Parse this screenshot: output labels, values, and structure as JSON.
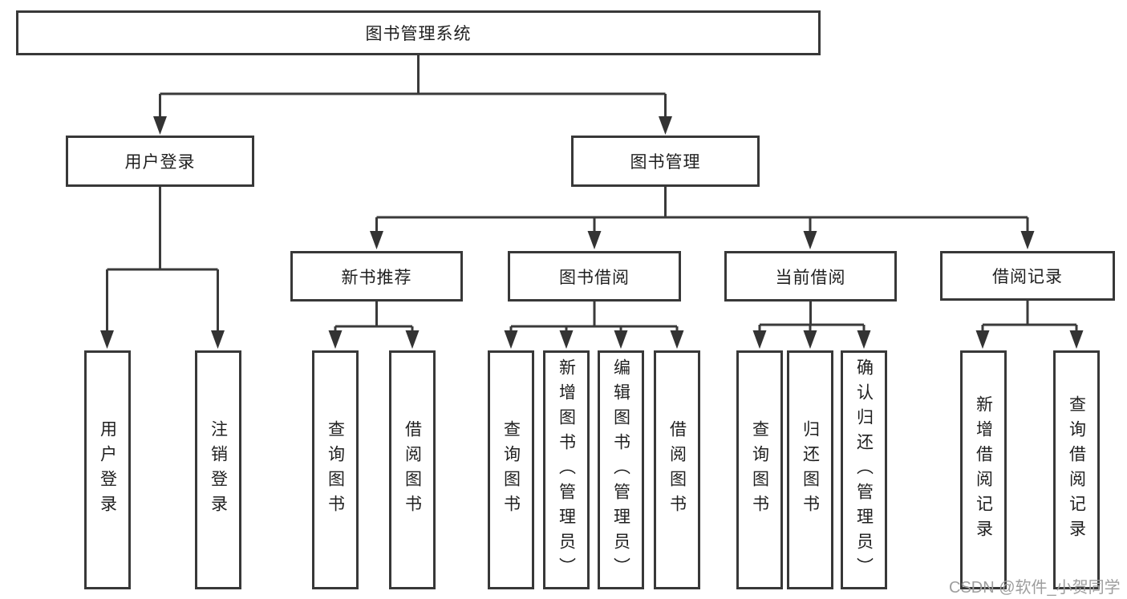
{
  "diagram_title": "图书管理系统",
  "tree": {
    "label": "图书管理系统",
    "children": [
      {
        "label": "用户登录",
        "children": [
          {
            "label": "用户登录"
          },
          {
            "label": "注销登录"
          }
        ]
      },
      {
        "label": "图书管理",
        "children": [
          {
            "label": "新书推荐",
            "children": [
              {
                "label": "查询图书"
              },
              {
                "label": "借阅图书"
              }
            ]
          },
          {
            "label": "图书借阅",
            "children": [
              {
                "label": "查询图书"
              },
              {
                "label": "新增图书（管理员）"
              },
              {
                "label": "编辑图书（管理员）"
              },
              {
                "label": "借阅图书"
              }
            ]
          },
          {
            "label": "当前借阅",
            "children": [
              {
                "label": "查询图书"
              },
              {
                "label": "归还图书"
              },
              {
                "label": "确认归还（管理员）"
              }
            ]
          },
          {
            "label": "借阅记录",
            "children": [
              {
                "label": "新增借阅记录"
              },
              {
                "label": "查询借阅记录"
              }
            ]
          }
        ]
      }
    ]
  },
  "watermark": "CSDN @软件_小贺同学",
  "colors": {
    "line": "#3a3a3a",
    "box_border": "#383838",
    "text": "#1f1f1f",
    "watermark": "#9e9e9e",
    "background": "#ffffff"
  }
}
